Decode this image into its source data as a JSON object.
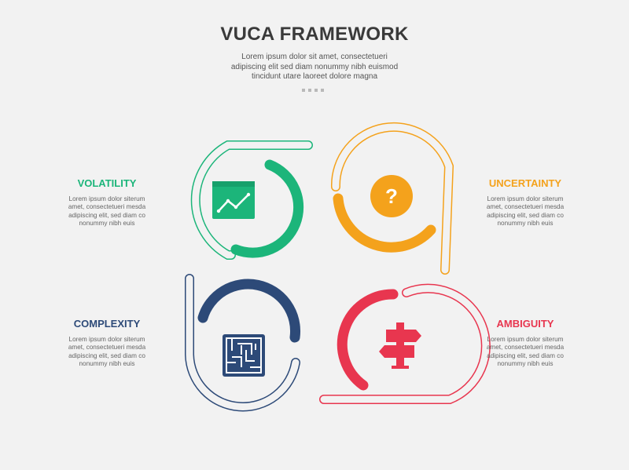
{
  "header": {
    "title": "VUCA FRAMEWORK",
    "subtitle_lines": [
      "Lorem ipsum dolor sit amet, consectetueri",
      "adipiscing elit sed diam nonummy nibh euismod",
      "tincidunt utare laoreet dolore magna"
    ]
  },
  "blocks": {
    "volatility": {
      "title": "VOLATILITY",
      "color": "#1cb57a",
      "lines": [
        "Lorem ipsum dolor siterum",
        "amet, consectetueri mesda",
        "adipiscing elit, sed diam co",
        "nonummy nibh euis"
      ]
    },
    "uncertainty": {
      "title": "UNCERTAINTY",
      "color": "#f4a21c",
      "lines": [
        "Lorem ipsum dolor siterum",
        "amet, consectetueri mesda",
        "adipiscing elit, sed diam co",
        "nonummy nibh euis"
      ]
    },
    "complexity": {
      "title": "COMPLEXITY",
      "color": "#2d4a78",
      "lines": [
        "Lorem ipsum dolor siterum",
        "amet, consectetueri mesda",
        "adipiscing elit, sed diam co",
        "nonummy nibh euis"
      ]
    },
    "ambiguity": {
      "title": "AMBIGUITY",
      "color": "#e8364f",
      "lines": [
        "Lorem ipsum dolor siterum",
        "amet, consectetueri mesda",
        "adipiscing elit, sed diam co",
        "nonummy nibh euis"
      ]
    }
  },
  "icons": {
    "volatility": "line-chart-icon",
    "uncertainty": "question-mark-icon",
    "complexity": "maze-icon",
    "ambiguity": "signpost-icon"
  },
  "uncertainty_icon_text": "?"
}
